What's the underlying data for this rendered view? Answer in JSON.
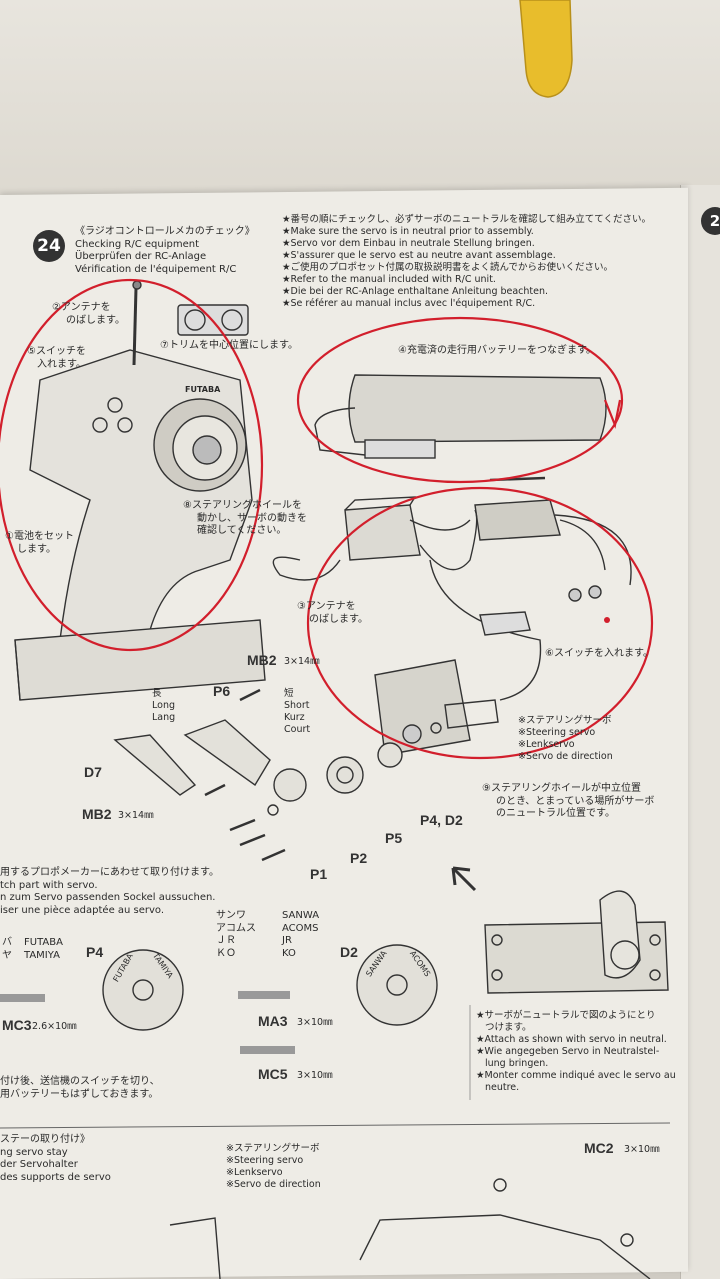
{
  "step": {
    "number": "24",
    "title_jp": "《ラジオコントロールメカのチェック》",
    "title_en": "Checking R/C equipment",
    "title_de": "Überprüfen der RC-Anlage",
    "title_fr": "Vérification de l'équipement R/C"
  },
  "notes_top": [
    "★番号の順にチェックし、必ずサーボのニュートラルを確認して組み立ててください。",
    "★Make sure the servo is in neutral prior to assembly.",
    "★Servo vor dem Einbau in neutrale Stellung bringen.",
    "★S'assurer que le servo est au neutre avant assemblage."
  ],
  "notes_manual": [
    "★ご使用のプロポセット付属の取扱説明書をよく読んでからお使いください。",
    "★Refer to the manual included with R/C unit.",
    "★Die bei der RC-Anlage enthaltane Anleitung beachten.",
    "★Se référer au manual inclus avec l'équipement R/C."
  ],
  "labels": {
    "antenna_tx": [
      "②アンテナを",
      "のばします。"
    ],
    "switch_tx": [
      "⑤スイッチを",
      "入れます。"
    ],
    "trim": "⑦トリムを中心位置にします。",
    "wheel": [
      "⑧ステアリングホイールを",
      "動かし、サーボの動きを",
      "確認してください。"
    ],
    "battery_tx": [
      "①電池をセット",
      "します。"
    ],
    "battery_car": "④充電済の走行用バッテリーをつなぎます。",
    "antenna_rx": [
      "③アンテナを",
      "のばします。"
    ],
    "switch_car": "⑥スイッチを入れます。",
    "servo_note": [
      "※ステアリングサーボ",
      "※Steering servo",
      "※Lenkservo",
      "※Servo de direction"
    ],
    "neutral": [
      "⑨ステアリングホイールが中立位置",
      "のとき、とまっている場所がサーボ",
      "のニュートラル位置です。"
    ],
    "tx_brand": "FUTABA"
  },
  "parts": {
    "mb2_top": "MB2",
    "mb2_top_size": "3×14㎜",
    "p6": "P6",
    "long": [
      "長",
      "Long",
      "Lang"
    ],
    "short": [
      "短",
      "Short",
      "Kurz",
      "Court"
    ],
    "d7": "D7",
    "mb2_bottom": "MB2",
    "mb2_bottom_size": "3×14㎜",
    "p5": "P5",
    "p4d2": "P4, D2",
    "p2": "P2",
    "p1": "P1"
  },
  "horn_notes": [
    "用するプロポメーカーにあわせて取り付けます。",
    "tch part with servo.",
    "n zum Servo passenden Sockel aussuchen.",
    "iser une pièce adaptée au servo."
  ],
  "brands": {
    "left_top": [
      "バ",
      "ヤ"
    ],
    "left": [
      "FUTABA",
      "TAMIYA"
    ],
    "p4": "P4",
    "p4_disc": [
      "FUTABA",
      "TAMIYA"
    ],
    "mid_jp": [
      "サンワ",
      "アコムス",
      "ＪＲ",
      "ＫＯ"
    ],
    "mid_en": [
      "SANWA",
      "ACOMS",
      "JR",
      "KO"
    ],
    "d2": "D2",
    "d2_disc": [
      "SANWA",
      "ACOMS"
    ]
  },
  "screws": {
    "mc3": "MC3",
    "mc3_size": "2.6×10㎜",
    "ma3": "MA3",
    "ma3_size": "3×10㎜",
    "mc5": "MC5",
    "mc5_size": "3×10㎜"
  },
  "neutral_note": [
    "★サーボがニュートラルで図のようにとり",
    "つけます。",
    "★Attach as shown with servo in neutral.",
    "★Wie angegeben Servo in Neutralstel-",
    "lung bringen.",
    "★Monter comme indiqué avec le servo au",
    "neutre."
  ],
  "receiver_note": [
    "付け後、送信機のスイッチを切り、",
    "用バッテリーもはずしておきます。"
  ],
  "stay_section": [
    "ステーの取り付け》",
    "ng servo stay",
    "der Servohalter",
    "des supports de servo"
  ],
  "bottom_servo": [
    "※ステアリングサーボ",
    "※Steering servo",
    "※Lenkservo",
    "※Servo de direction"
  ],
  "mc2": "MC2",
  "mc2_size": "3×10㎜",
  "next_step_number": "2",
  "colors": {
    "ink": "#2a2a2a",
    "red_marker": "#d21f2c",
    "paper": "#eeece6"
  }
}
